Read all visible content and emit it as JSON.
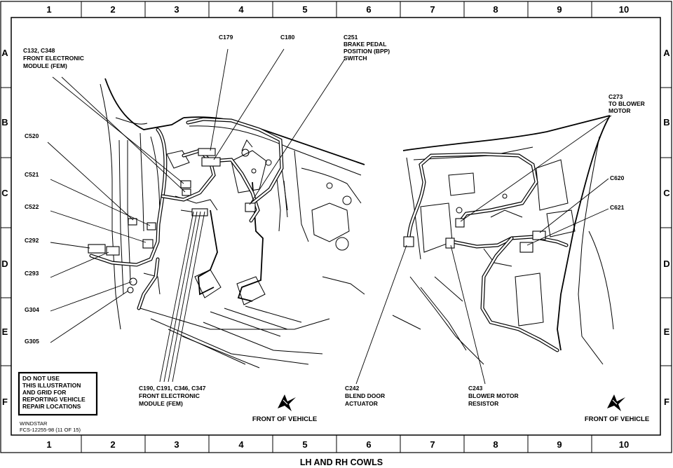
{
  "grid": {
    "columns": [
      "1",
      "2",
      "3",
      "4",
      "5",
      "6",
      "7",
      "8",
      "9",
      "10"
    ],
    "rows": [
      "A",
      "B",
      "C",
      "D",
      "E",
      "F"
    ]
  },
  "labels": {
    "c132_line1": "C132, C348",
    "c132_line2": "FRONT ELECTRONIC",
    "c132_line3": "MODULE (FEM)",
    "c179": "C179",
    "c180": "C180",
    "c251_line1": "C251",
    "c251_line2": "BRAKE PEDAL",
    "c251_line3": "POSITION (BPP)",
    "c251_line4": "SWITCH",
    "c520": "C520",
    "c521": "C521",
    "c522": "C522",
    "c292": "C292",
    "c293": "C293",
    "g304": "G304",
    "g305": "G305",
    "c190_line1": "C190, C191, C346, C347",
    "c190_line2": "FRONT ELECTRONIC",
    "c190_line3": "MODULE (FEM)",
    "c242_line1": "C242",
    "c242_line2": "BLEND DOOR",
    "c242_line3": "ACTUATOR",
    "c243_line1": "C243",
    "c243_line2": "BLOWER MOTOR",
    "c243_line3": "RESISTOR",
    "c273_line1": "C273",
    "c273_line2": "TO BLOWER",
    "c273_line3": "MOTOR",
    "c620": "C620",
    "c621": "C621"
  },
  "warning": {
    "line1": "DO NOT USE",
    "line2": "THIS ILLUSTRATION",
    "line3": "AND GRID FOR",
    "line4": "REPORTING VEHICLE",
    "line5": "REPAIR  LOCATIONS"
  },
  "front_of_vehicle_left": "FRONT OF VEHICLE",
  "front_of_vehicle_right": "FRONT OF VEHICLE",
  "footer": {
    "model": "WINDSTAR",
    "code": "FCS-12255-98  (11 OF 15)"
  },
  "caption": "LH AND RH COWLS",
  "icons": [
    "direction-arrow-icon"
  ]
}
